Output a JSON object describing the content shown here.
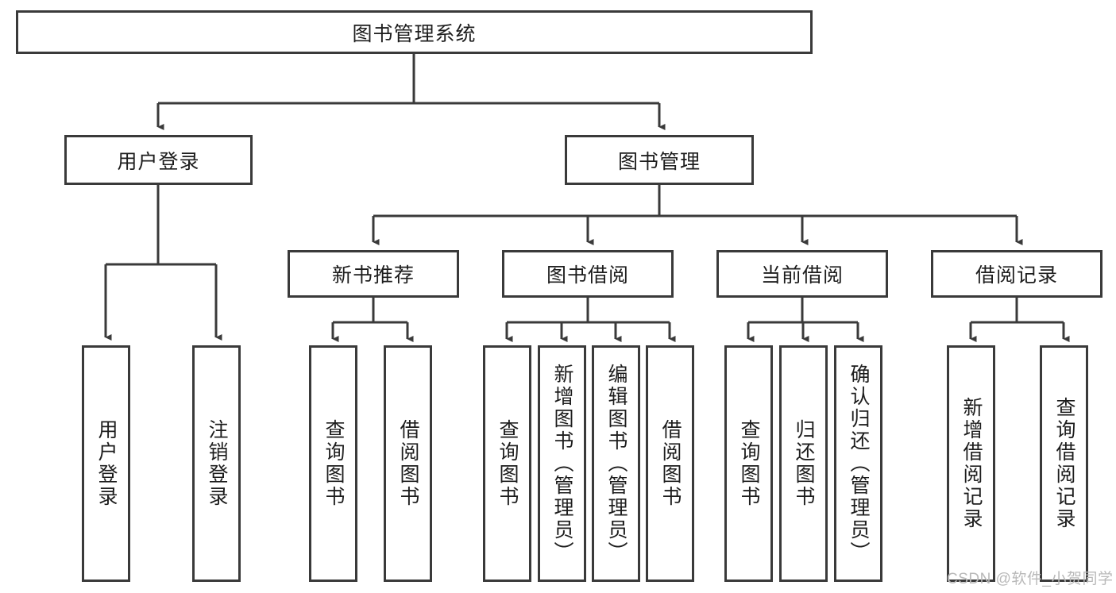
{
  "diagram": {
    "title": "图书管理系统",
    "type": "tree-hierarchy-chart",
    "colors": {
      "box_border": "#3a3a3a",
      "box_fill": "#ffffff",
      "edge": "#3a3a3a",
      "text": "#1d1d1d",
      "watermark": "#b9b9b9",
      "background": "#ffffff"
    },
    "root": {
      "label": "图书管理系统"
    },
    "level2": [
      {
        "label": "用户登录"
      },
      {
        "label": "图书管理"
      }
    ],
    "level3": [
      {
        "label": "新书推荐"
      },
      {
        "label": "图书借阅"
      },
      {
        "label": "当前借阅"
      },
      {
        "label": "借阅记录"
      }
    ],
    "leaves": {
      "user_login": [
        {
          "label": "用户登录"
        },
        {
          "label": "注销登录"
        }
      ],
      "new_book_recommend": [
        {
          "label": "查询图书"
        },
        {
          "label": "借阅图书"
        }
      ],
      "book_borrow": [
        {
          "label": "查询图书"
        },
        {
          "label": "新增图书（管理员）"
        },
        {
          "label": "编辑图书（管理员）"
        },
        {
          "label": "借阅图书"
        }
      ],
      "current_borrow": [
        {
          "label": "查询图书"
        },
        {
          "label": "归还图书"
        },
        {
          "label": "确认归还（管理员）"
        }
      ],
      "borrow_record": [
        {
          "label": "新增借阅记录"
        },
        {
          "label": "查询借阅记录"
        }
      ]
    }
  },
  "watermark": {
    "text": "CSDN @软件_小贺同学"
  }
}
